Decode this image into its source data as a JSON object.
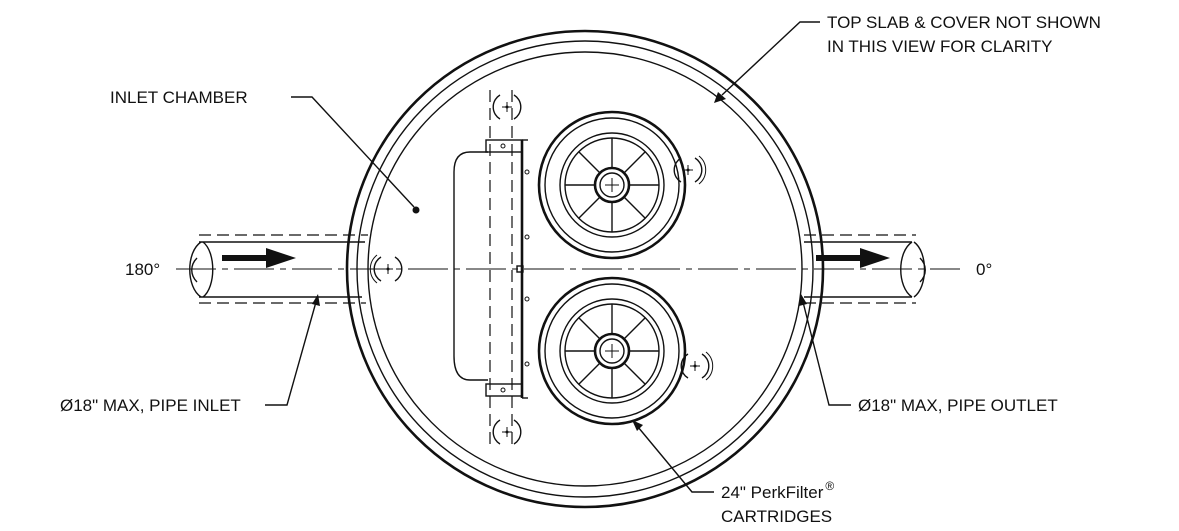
{
  "labels": {
    "top_slab_line1": "TOP SLAB & COVER NOT SHOWN",
    "top_slab_line2": "IN THIS VIEW FOR CLARITY",
    "inlet_chamber": "INLET CHAMBER",
    "angle_180": "180°",
    "angle_0": "0°",
    "pipe_inlet": "Ø18\" MAX, PIPE INLET",
    "pipe_outlet": "Ø18\" MAX, PIPE OUTLET",
    "cartridge_line1": "24\" PerkFilter",
    "cartridge_reg": "®",
    "cartridge_line2": "CARTRIDGES"
  },
  "colors": {
    "ink": "#111111",
    "paper": "#ffffff"
  }
}
